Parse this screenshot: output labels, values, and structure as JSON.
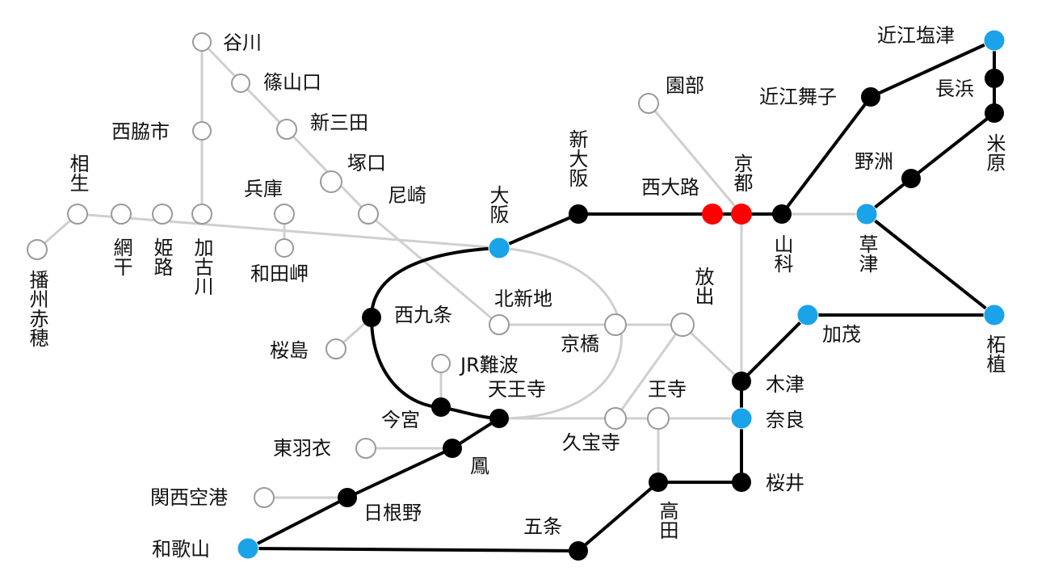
{
  "colors": {
    "route_line": "#000000",
    "other_line": "#cfcfcf",
    "station_plain": "#ffffff",
    "station_route": "#000000",
    "station_transfer": "#1aa3e8",
    "station_highlight": "#ff0000"
  },
  "stations": {
    "tanigawa": "谷川",
    "sasayamaguchi": "篠山口",
    "nishiwakishi": "西脇市",
    "shinsanda": "新三田",
    "tsukaguchi": "塚口",
    "aioi": "相生",
    "hyogo": "兵庫",
    "amagasaki": "尼崎",
    "banshuako": "播州赤穂",
    "aboshi": "網干",
    "himeji": "姫路",
    "kakogawa": "加古川",
    "wadamisaki": "和田岬",
    "osaka": "大阪",
    "shinosaka": "新大阪",
    "sonobe": "園部",
    "nishioji": "西大路",
    "kyoto": "京都",
    "yamashina": "山科",
    "omishiotsu": "近江塩津",
    "omimaiko": "近江舞子",
    "nagahama": "長浜",
    "maibara": "米原",
    "yasu": "野洲",
    "kusatsu": "草津",
    "tsuge": "柘植",
    "kamo": "加茂",
    "kizu": "木津",
    "nara": "奈良",
    "sakurai": "桜井",
    "takada": "高田",
    "gojo": "五条",
    "hanaten": "放出",
    "kyobashi": "京橋",
    "kitashinchi": "北新地",
    "nishikujo": "西九条",
    "sakurajima": "桜島",
    "jrnamba": "JR難波",
    "tennoji": "天王寺",
    "imamiya": "今宮",
    "oji": "王寺",
    "kyuhoji": "久宝寺",
    "higashihagoromo": "東羽衣",
    "otori": "鳳",
    "kansaiairport": "関西空港",
    "hineno": "日根野",
    "wakayama": "和歌山"
  }
}
